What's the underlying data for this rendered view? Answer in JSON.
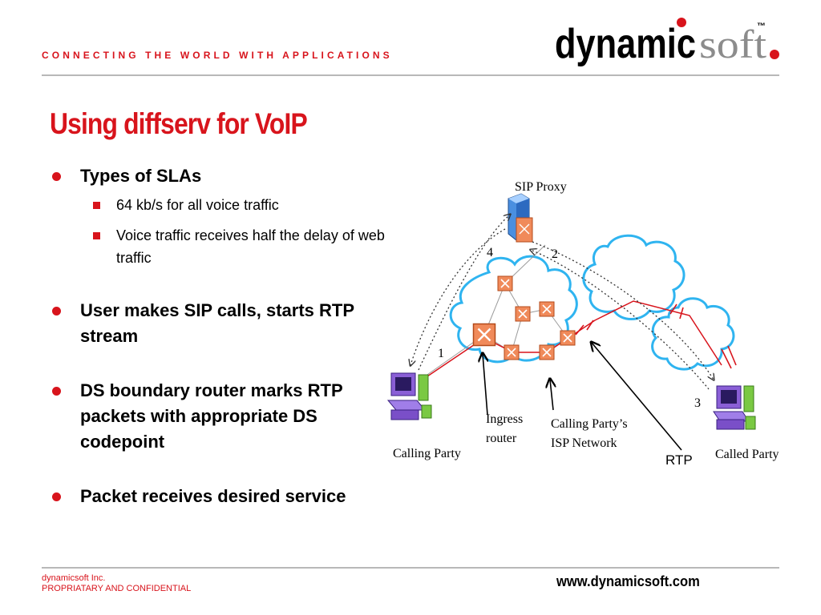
{
  "header": {
    "tagline": "CONNECTING THE WORLD WITH APPLICATIONS",
    "logo": {
      "text_bold": "dynamic",
      "text_light": "soft",
      "trademark": "™",
      "colors": {
        "bold": "#000000",
        "light": "#8c8c8c",
        "dots": "#d8141c"
      }
    }
  },
  "slide": {
    "title": "Using diffserv for VoIP",
    "bullets": [
      {
        "text": "Types of SLAs",
        "subs": [
          "64 kb/s for all voice traffic",
          "Voice traffic receives half the delay of web traffic"
        ]
      },
      {
        "text": "User makes SIP calls, starts RTP stream"
      },
      {
        "text": "DS boundary router marks RTP packets with appropriate DS codepoint"
      },
      {
        "text": "Packet receives desired service"
      }
    ]
  },
  "diagram": {
    "sip_proxy": "SIP Proxy",
    "steps": [
      "1",
      "2",
      "3",
      "4"
    ],
    "ingress_router": [
      "Ingress",
      "router"
    ],
    "isp_network": [
      "Calling Party’s",
      "ISP Network"
    ],
    "calling_party": "Calling Party",
    "called_party": "Called Party",
    "rtp": "RTP",
    "colors": {
      "cloud_outline": "#2fb4f0",
      "router": "#f08a5a",
      "signal_path": "#d8141c"
    }
  },
  "footer": {
    "company": "dynamicsoft Inc.",
    "confidential": "PROPRIATARY AND CONFIDENTIAL",
    "url": "www.dynamicsoft.com"
  }
}
